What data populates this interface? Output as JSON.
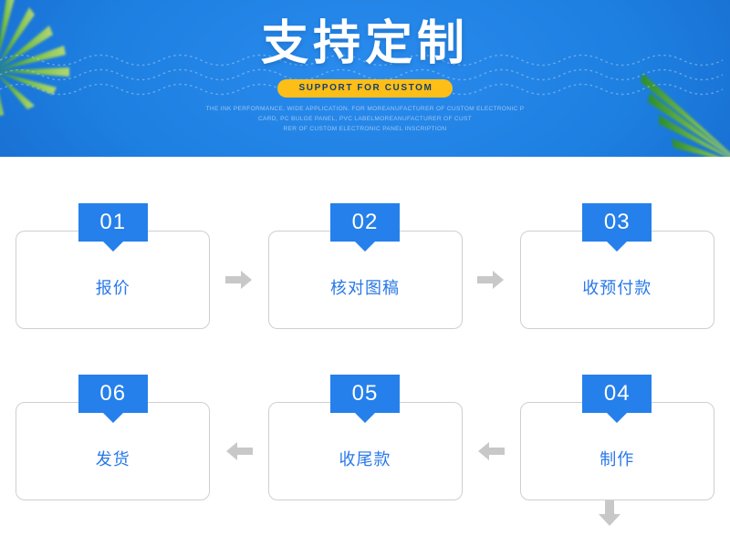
{
  "banner": {
    "title": "支持定制",
    "badge_label": "SUPPORT FOR CUSTOM",
    "subtext_lines": [
      "THE INK PERFORMANCE, WIDE APPLICATION. FOR MOREANUFACTURER OF CUSTOM ELECTRONIC P",
      "CARD, PC BULGE PANEL, PVC LABELMOREANUFACTURER OF CUST",
      "RER OF CUSTOM ELECTRONIC PANEL INSCRIPTION"
    ],
    "colors": {
      "background_blue": "#1d7fe0",
      "badge_yellow": "#fcbe17",
      "badge_text": "#17406e",
      "title_text": "#ffffff",
      "subtext": "#bed9f5"
    },
    "decorations": [
      "palm-leaf-top-left",
      "palm-leaf-bottom-right",
      "dotted-wave-lines"
    ]
  },
  "flow": {
    "colors": {
      "badge_blue": "#2680eb",
      "label_blue": "#2878e8",
      "card_border": "#cfcfcf",
      "arrow_gray": "#c8c8c8",
      "section_background": "#ffffff"
    },
    "top_row": [
      {
        "number": "01",
        "label": "报价"
      },
      {
        "number": "02",
        "label": "核对图稿"
      },
      {
        "number": "03",
        "label": "收预付款"
      }
    ],
    "bottom_row": [
      {
        "number": "06",
        "label": "发货"
      },
      {
        "number": "05",
        "label": "收尾款"
      },
      {
        "number": "04",
        "label": "制作"
      }
    ],
    "connectors": {
      "top_arrow_1": "arrow-right-icon",
      "top_arrow_2": "arrow-right-icon",
      "down_arrow": "arrow-down-icon",
      "bottom_arrow_1": "arrow-left-icon",
      "bottom_arrow_2": "arrow-left-icon"
    }
  }
}
